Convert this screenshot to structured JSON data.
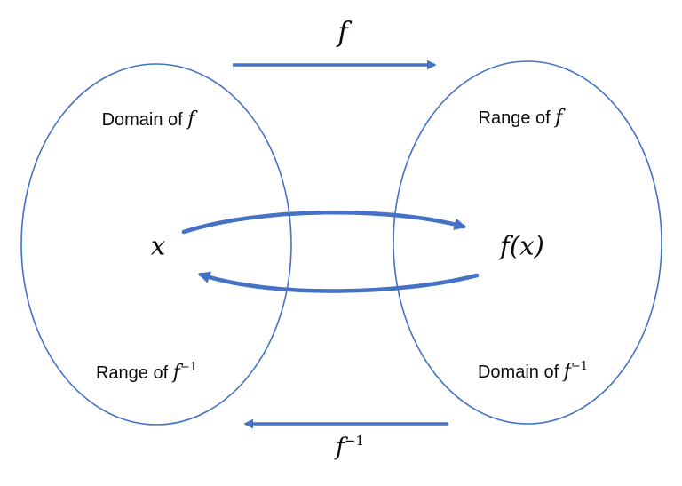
{
  "labels": {
    "left_top": {
      "prefix": "Domain of ",
      "f": "f"
    },
    "left_center": {
      "f": "x"
    },
    "left_bottom": {
      "prefix": "Range of ",
      "f": "f",
      "sup": "−1"
    },
    "right_top": {
      "prefix": "Range of ",
      "f": "f"
    },
    "right_center": {
      "f": "f(x)"
    },
    "right_bottom": {
      "prefix": "Domain of ",
      "f": "f",
      "sup": "−1"
    },
    "top_arrow": {
      "f": "f"
    },
    "bottom_arrow": {
      "f": "f",
      "sup": "−1"
    }
  },
  "colors": {
    "shape_blue": "#4472C4",
    "text_black": "#0b0b0b"
  }
}
